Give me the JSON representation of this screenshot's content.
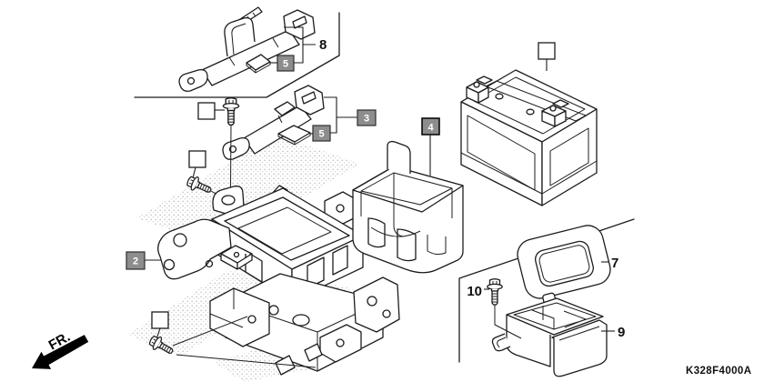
{
  "diagram": {
    "code": "K328F4000A",
    "front_indicator": "FR.",
    "callouts": {
      "stay_a_number": "8",
      "stay_b_number": "3",
      "pad_a_number": "5",
      "pad_b_number": "5",
      "bracket_number": "2",
      "battery_box_number": "4",
      "lid_number": "7",
      "case_number": "9",
      "bolt_number": "10"
    },
    "colors": {
      "line": "#1c1c1c",
      "background": "#ffffff",
      "label_box_fill": "#8d8d8d",
      "label_box_text": "#ffffff",
      "stipple": "#9a9a9a"
    }
  }
}
